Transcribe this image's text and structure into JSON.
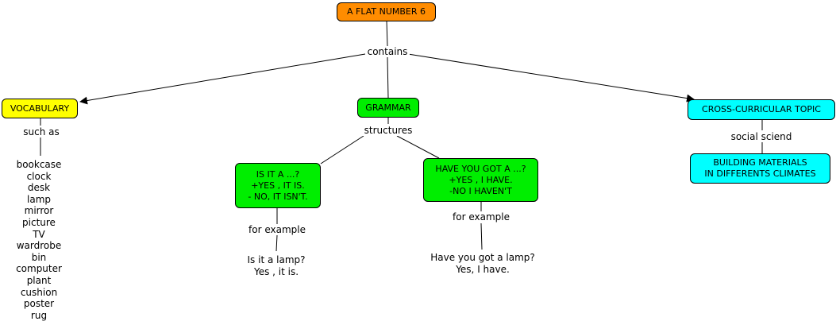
{
  "colors": {
    "root": "#ff8c00",
    "vocabulary": "#ffff00",
    "grammar": "#00ee00",
    "crossCurricular": "#00ffff",
    "line": "#000000"
  },
  "nodes": {
    "root": "A FLAT NUMBER 6",
    "vocabulary": "VOCABULARY",
    "grammar": "GRAMMAR",
    "crossCurricular": "CROSS-CURRICULAR TOPIC",
    "buildingMaterials": "BUILDING MATERIALS\nIN DIFFERENTS CLIMATES",
    "isItA": "IS IT A ...?\n+YES , IT IS.\n- NO, IT ISN'T.",
    "haveYouGot": "HAVE YOU GOT A ...?\n+YES , I HAVE.\n-NO I HAVEN'T"
  },
  "links": {
    "contains": "contains",
    "suchAs": "such as",
    "structures": "structures",
    "socialSciend": "social sciend",
    "forExample1": "for example",
    "forExample2": "for example"
  },
  "examples": {
    "isItALamp": "Is it a lamp?\nYes , it is.",
    "haveYouGotALamp": "Have you got a lamp?\nYes, I have."
  },
  "vocabularyItems": [
    "bookcase",
    "clock",
    "desk",
    "lamp",
    "mirror",
    "picture",
    "TV",
    "wardrobe",
    "bin",
    "computer",
    "plant",
    "cushion",
    "poster",
    "rug"
  ]
}
